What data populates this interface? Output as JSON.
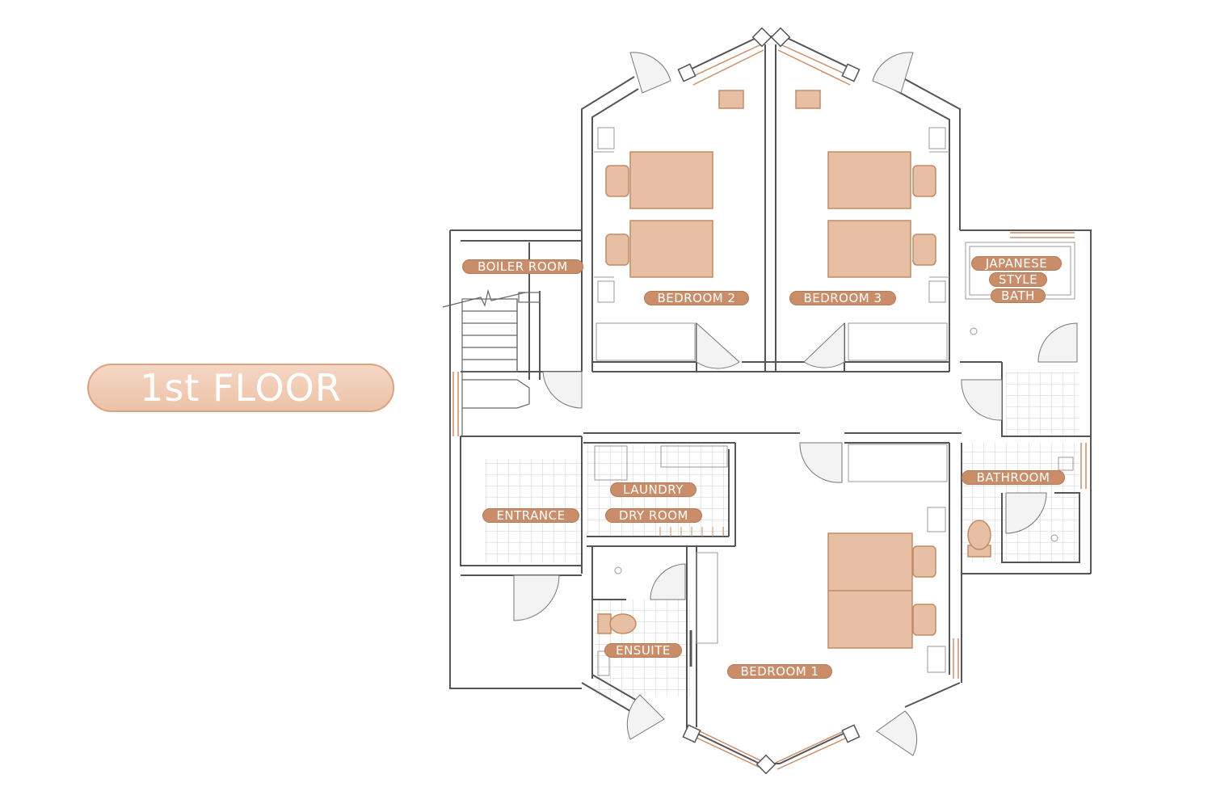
{
  "floor_label": "1st FLOOR",
  "colors": {
    "wall": "#555555",
    "accent": "#c98d69",
    "furniture": "#e6bfa4",
    "furniture_edge": "#c48a64",
    "tile_grid": "#cfcfcf"
  },
  "rooms": {
    "boiler_room": "BOILER ROOM",
    "bedroom_2": "BEDROOM 2",
    "bedroom_3": "BEDROOM 3",
    "japanese_bath_1": "JAPANESE",
    "japanese_bath_2": "STYLE",
    "japanese_bath_3": "BATH",
    "laundry": "LAUNDRY",
    "dry_room": "DRY ROOM",
    "entrance": "ENTRANCE",
    "bathroom": "BATHROOM",
    "ensuite": "ENSUITE",
    "bedroom_1": "BEDROOM 1"
  }
}
